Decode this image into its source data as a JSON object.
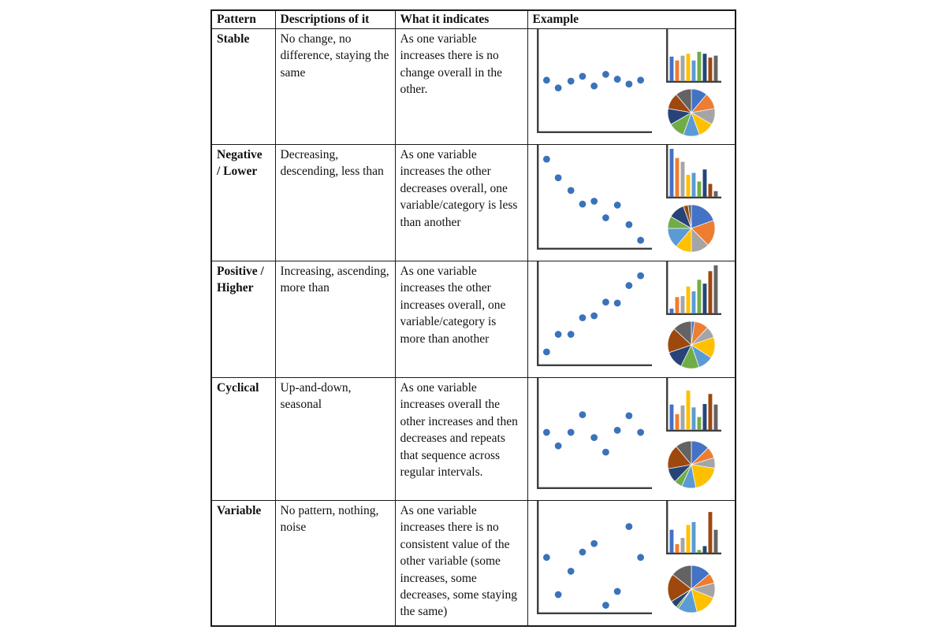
{
  "table": {
    "headers": [
      "Pattern",
      "Descriptions of it",
      "What it indicates",
      "Example"
    ],
    "rows": [
      {
        "pattern": "Stable",
        "description": "No change, no difference, staying the same",
        "indicates": "As one variable increases there is no change overall in the other."
      },
      {
        "pattern": "Negative\n/ Lower",
        "description": "Decreasing, descending, less than",
        "indicates": "As one variable increases the other decreases overall, one variable/category is less than another"
      },
      {
        "pattern": "Positive /\nHigher",
        "description": "Increasing, ascending, more than",
        "indicates": "As one variable increases the other increases overall, one variable/category is more than another"
      },
      {
        "pattern": "Cyclical",
        "description": "Up-and-down, seasonal",
        "indicates": "As one variable increases overall the other increases and then decreases and repeats that sequence across regular intervals."
      },
      {
        "pattern": "Variable",
        "description": "No pattern, nothing, noise",
        "indicates": "As one variable increases there is no consistent value of the other variable (some increases, some decreases, some staying the same)"
      }
    ]
  },
  "colors": {
    "series": [
      "#4472C4",
      "#ED7D31",
      "#A5A5A5",
      "#FFC000",
      "#5B9BD5",
      "#70AD47",
      "#264478",
      "#9E480E",
      "#636363"
    ],
    "scatter_dot": "#3B73BA",
    "axis": "#3F3F3F",
    "table_border": "#1A1A1A"
  },
  "chart_data": [
    {
      "pattern": "Stable",
      "scatter": {
        "type": "scatter",
        "axes_unlabeled": true,
        "x": [
          0.04,
          0.15,
          0.27,
          0.38,
          0.49,
          0.6,
          0.71,
          0.82,
          0.93
        ],
        "y": [
          0.53,
          0.45,
          0.52,
          0.57,
          0.47,
          0.59,
          0.54,
          0.49,
          0.53
        ]
      },
      "bar": {
        "type": "bar",
        "axes_unlabeled": true,
        "values": [
          0.51,
          0.43,
          0.53,
          0.57,
          0.43,
          0.61,
          0.57,
          0.49,
          0.53
        ]
      },
      "pie": {
        "type": "pie",
        "values_deg": [
          40,
          40,
          40,
          40,
          40,
          40,
          40,
          40,
          40
        ]
      }
    },
    {
      "pattern": "Negative / Lower",
      "scatter": {
        "type": "scatter",
        "axes_unlabeled": true,
        "x": [
          0.04,
          0.15,
          0.27,
          0.38,
          0.49,
          0.6,
          0.71,
          0.82,
          0.93
        ],
        "y": [
          0.91,
          0.72,
          0.59,
          0.45,
          0.48,
          0.31,
          0.44,
          0.24,
          0.08
        ]
      },
      "bar": {
        "type": "bar",
        "axes_unlabeled": true,
        "values": [
          1.0,
          0.81,
          0.73,
          0.46,
          0.5,
          0.32,
          0.57,
          0.27,
          0.12
        ]
      },
      "pie": {
        "type": "pie",
        "values_deg": [
          70,
          65,
          45,
          40,
          50,
          30,
          40,
          12,
          8
        ]
      }
    },
    {
      "pattern": "Positive / Higher",
      "scatter": {
        "type": "scatter",
        "axes_unlabeled": true,
        "x": [
          0.04,
          0.15,
          0.27,
          0.38,
          0.49,
          0.6,
          0.71,
          0.82,
          0.93
        ],
        "y": [
          0.13,
          0.31,
          0.31,
          0.48,
          0.5,
          0.64,
          0.63,
          0.81,
          0.91
        ]
      },
      "bar": {
        "type": "bar",
        "axes_unlabeled": true,
        "values": [
          0.1,
          0.34,
          0.36,
          0.56,
          0.46,
          0.7,
          0.62,
          0.88,
          1.0
        ]
      },
      "pie": {
        "type": "pie",
        "values_deg": [
          8,
          35,
          28,
          52,
          38,
          45,
          45,
          62,
          47
        ]
      }
    },
    {
      "pattern": "Cyclical",
      "scatter": {
        "type": "scatter",
        "axes_unlabeled": true,
        "x": [
          0.04,
          0.15,
          0.27,
          0.38,
          0.49,
          0.6,
          0.71,
          0.82,
          0.93
        ],
        "y": [
          0.53,
          0.4,
          0.53,
          0.7,
          0.48,
          0.34,
          0.55,
          0.69,
          0.53
        ]
      },
      "bar": {
        "type": "bar",
        "axes_unlabeled": true,
        "values": [
          0.53,
          0.33,
          0.51,
          0.82,
          0.47,
          0.27,
          0.54,
          0.75,
          0.53
        ]
      },
      "pie": {
        "type": "pie",
        "values_deg": [
          45,
          28,
          26,
          70,
          35,
          20,
          36,
          60,
          40
        ]
      }
    },
    {
      "pattern": "Variable",
      "scatter": {
        "type": "scatter",
        "axes_unlabeled": true,
        "x": [
          0.04,
          0.15,
          0.27,
          0.38,
          0.49,
          0.6,
          0.71,
          0.82,
          0.93
        ],
        "y": [
          0.52,
          0.17,
          0.39,
          0.57,
          0.65,
          0.07,
          0.2,
          0.81,
          0.52
        ]
      },
      "bar": {
        "type": "bar",
        "axes_unlabeled": true,
        "values": [
          0.48,
          0.18,
          0.31,
          0.58,
          0.64,
          0.06,
          0.14,
          0.85,
          0.48
        ]
      },
      "pie": {
        "type": "pie",
        "values_deg": [
          50,
          25,
          37,
          54,
          48,
          6,
          18,
          70,
          52
        ]
      }
    }
  ]
}
